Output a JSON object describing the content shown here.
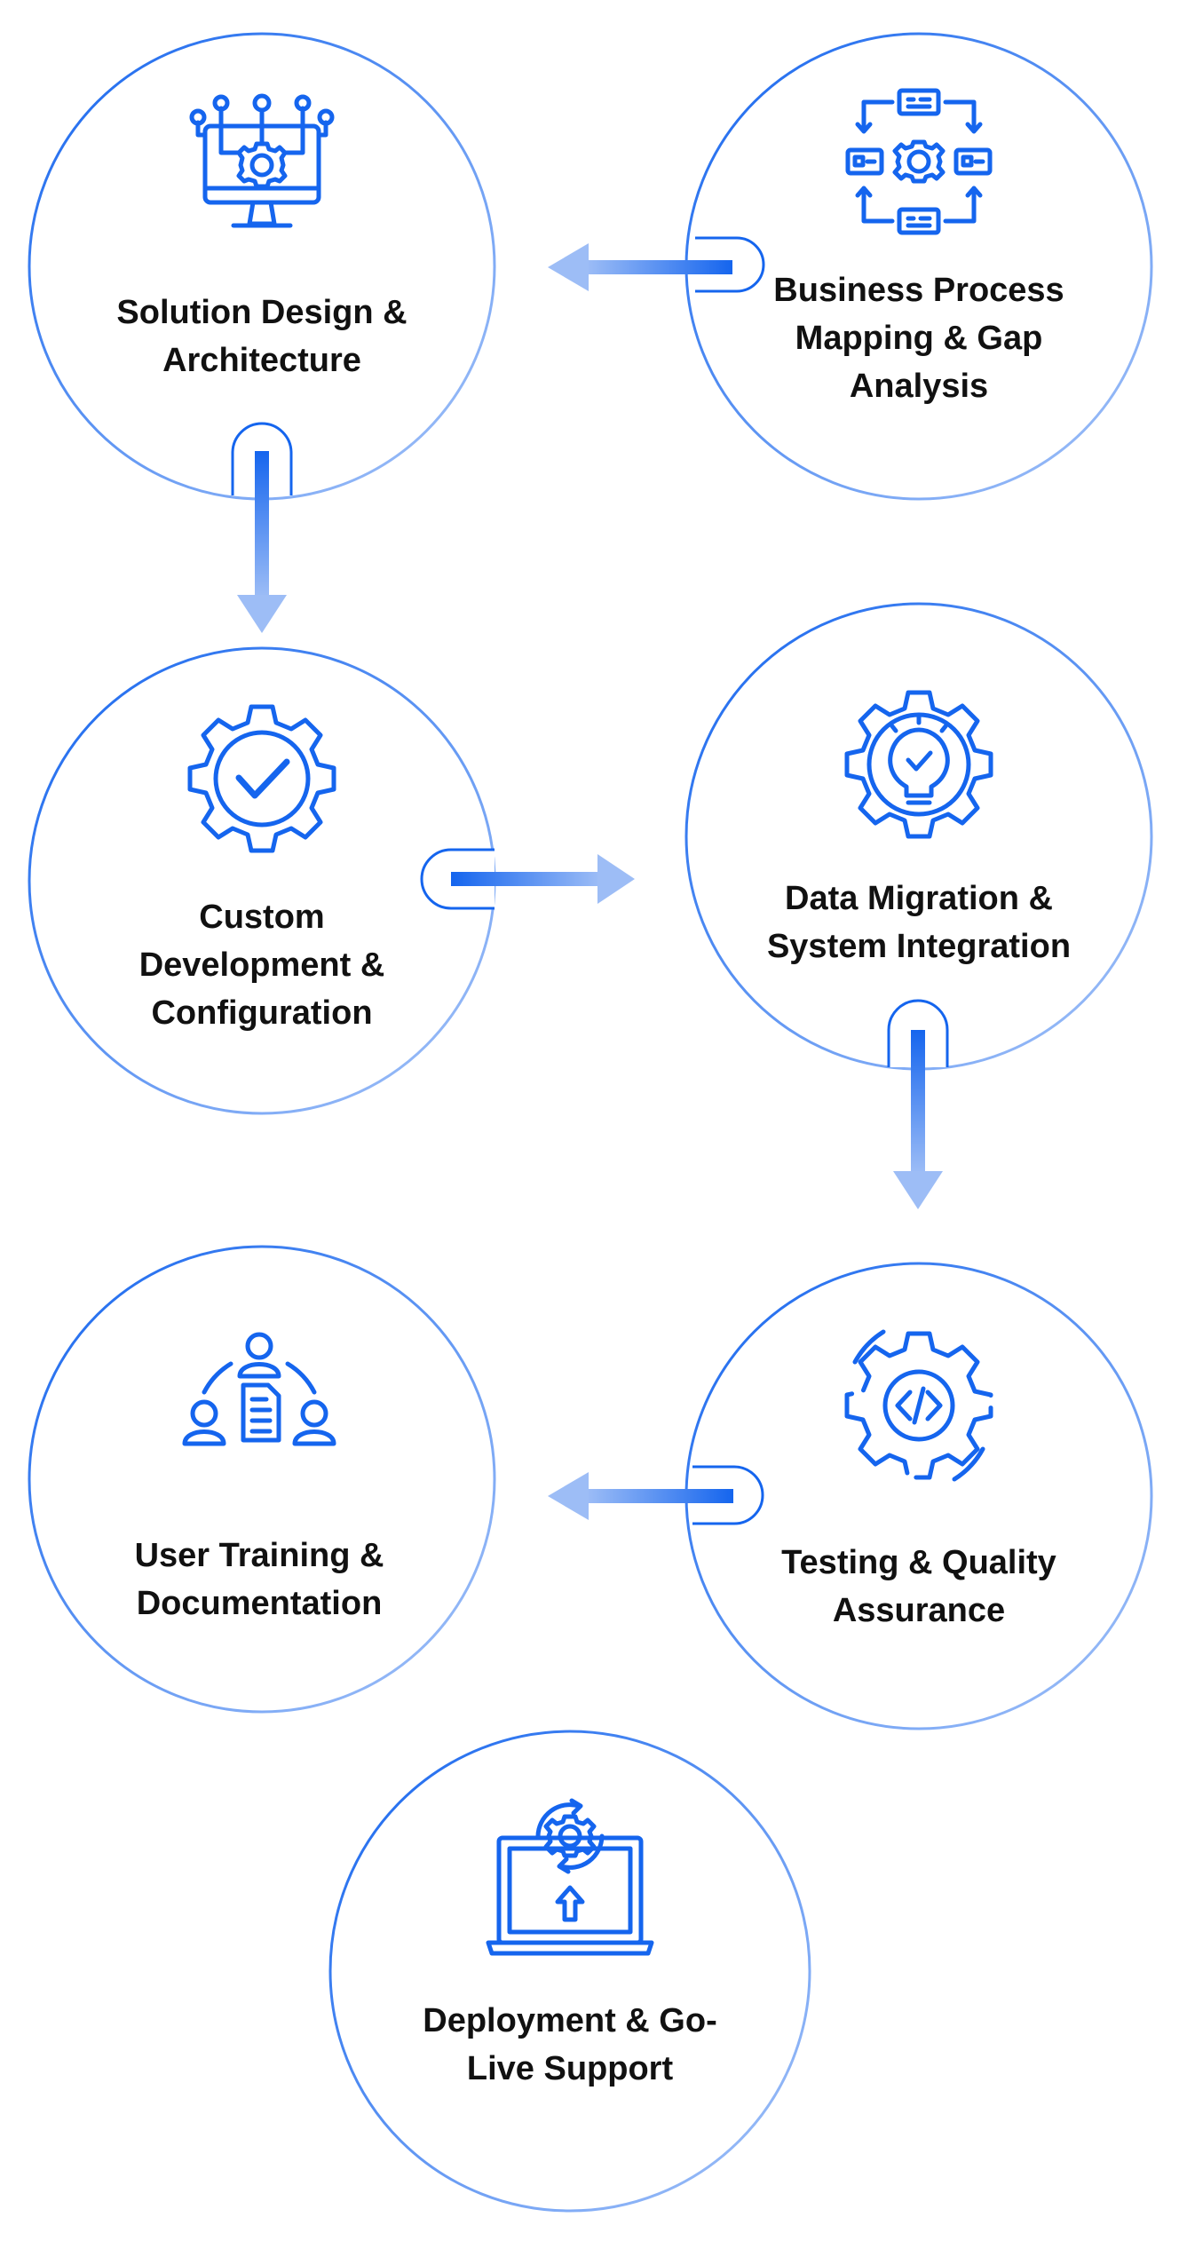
{
  "steps": [
    {
      "id": "business-process",
      "label": "Business Process\nMapping & Gap\nAnalysis",
      "icon": "process-map-icon"
    },
    {
      "id": "solution-design",
      "label": "Solution Design &\nArchitecture",
      "icon": "monitor-gear-circuit-icon"
    },
    {
      "id": "custom-development",
      "label": "Custom\nDevelopment &\nConfiguration",
      "icon": "gear-check-icon"
    },
    {
      "id": "data-migration",
      "label": "Data Migration &\nSystem Integration",
      "icon": "gear-lightbulb-icon"
    },
    {
      "id": "testing-qa",
      "label": "Testing & Quality\nAssurance",
      "icon": "gear-code-icon"
    },
    {
      "id": "user-training",
      "label": "User Training &\nDocumentation",
      "icon": "team-document-icon"
    },
    {
      "id": "deployment",
      "label": "Deployment & Go-\nLive Support",
      "icon": "laptop-gear-upload-icon"
    }
  ],
  "colors": {
    "accent": "#1565ee",
    "accent_light": "#9dbdf6",
    "text": "#111111"
  }
}
